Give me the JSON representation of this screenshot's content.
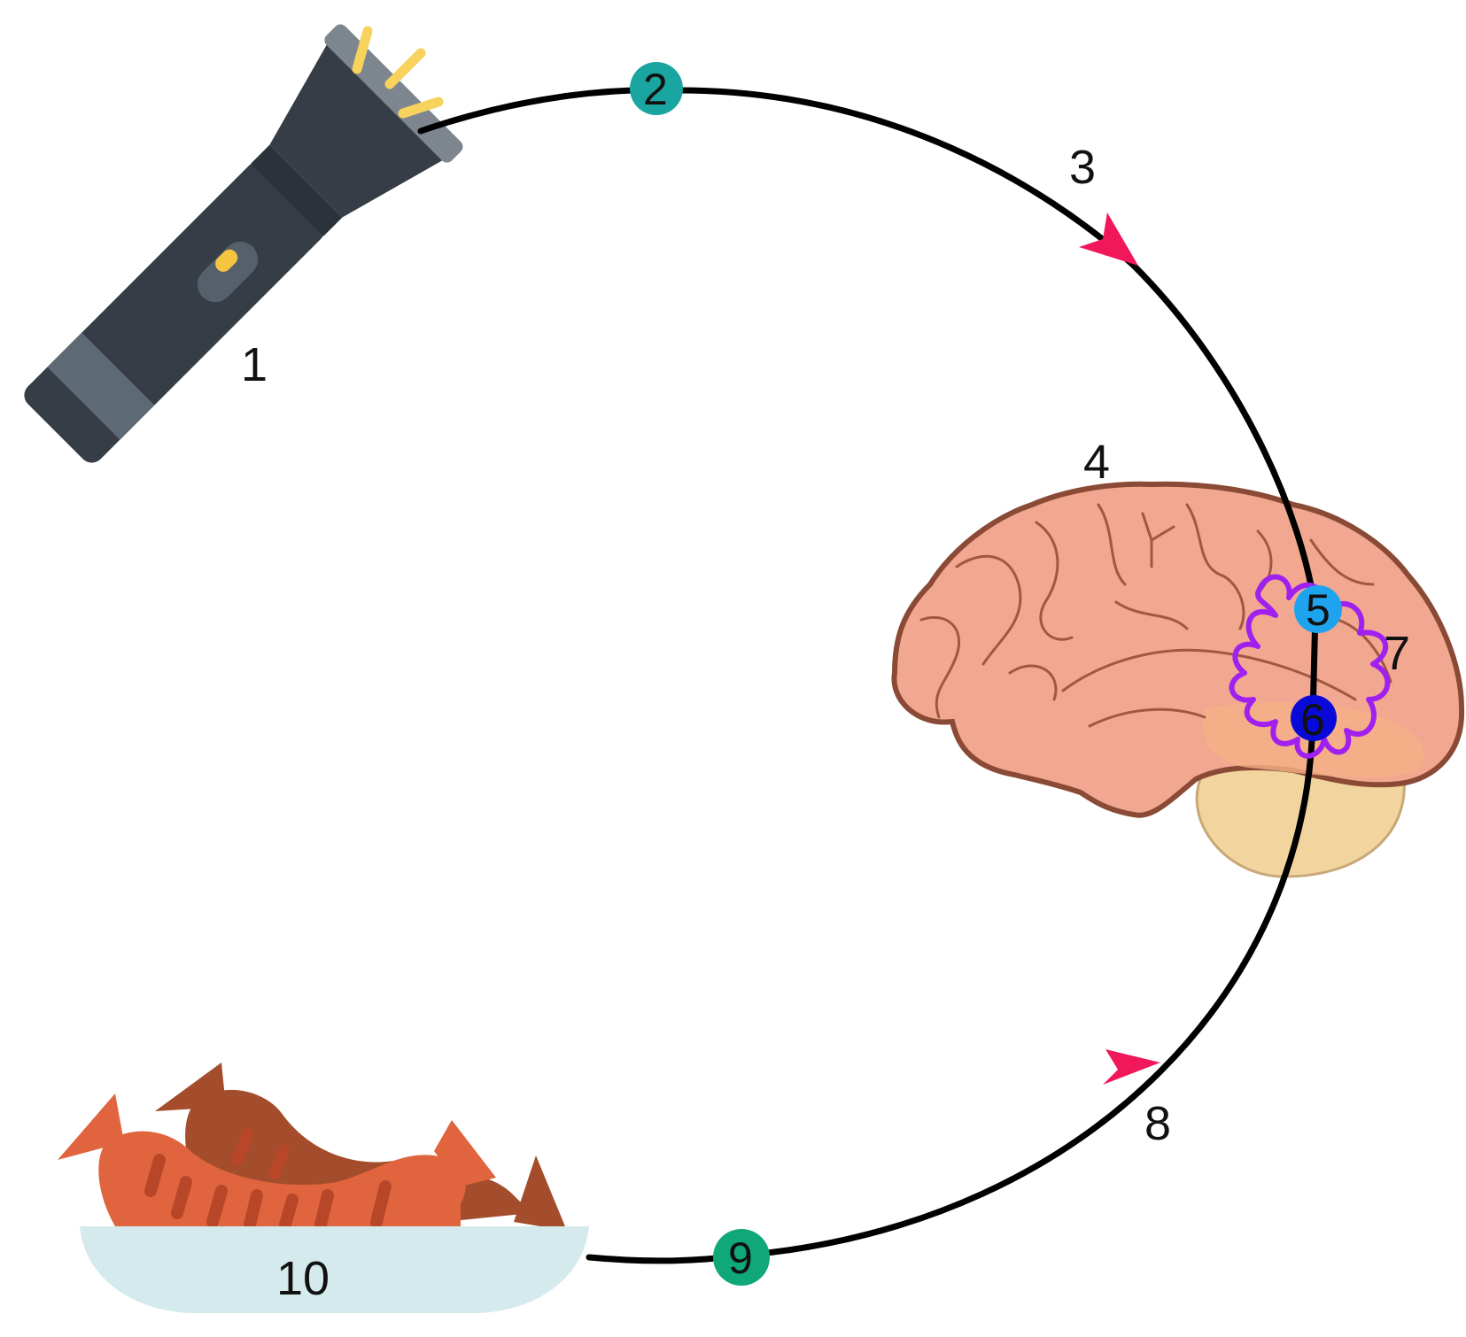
{
  "labels": {
    "flashlight": "1",
    "node_top": "2",
    "arrow_top": "3",
    "brain": "4",
    "node_upper_brain": "5",
    "node_lower_brain": "6",
    "squiggle": "7",
    "arrow_bottom": "8",
    "node_bottom": "9",
    "food_plate": "10"
  },
  "colors": {
    "path": "#000000",
    "arrow": "#f0185a",
    "node_top": "#1aa5a0",
    "node_upper_brain": "#1ea4ee",
    "node_lower_brain": "#0a0ad8",
    "node_bottom": "#10a878",
    "squiggle": "#a020f0",
    "brain_fill": "#f2a890",
    "brain_outline": "#8a4a35",
    "cerebellum": "#f2d59e",
    "flashlight_body": "#363d47",
    "flashlight_head": "#7d868f",
    "flashlight_band": "#5d6a75",
    "light_rays": "#f7d25c",
    "plate": "#d5eaec",
    "sausage_light": "#e0643e",
    "sausage_dark": "#a34d2c"
  },
  "icons": {
    "flashlight": "flashlight-icon",
    "brain": "brain-icon",
    "food": "sausage-plate-icon"
  }
}
